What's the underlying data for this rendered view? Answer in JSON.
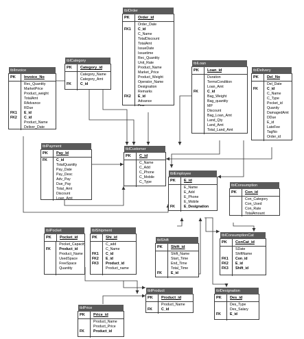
{
  "tables": [
    {
      "id": "tblOrder",
      "title": "tblOrder",
      "pk": "Order_id",
      "columns": [
        {
          "key": "",
          "name": "Order_Date"
        },
        {
          "key": "FK1",
          "name": "C_id"
        },
        {
          "key": "",
          "name": "C_Name"
        },
        {
          "key": "",
          "name": "TotalDiscount"
        },
        {
          "key": "",
          "name": "TotalAmt"
        },
        {
          "key": "",
          "name": "IssueDate"
        },
        {
          "key": "",
          "name": "Issuetime"
        },
        {
          "key": "",
          "name": "Rec_Quantity"
        },
        {
          "key": "",
          "name": "Unit_Rate"
        },
        {
          "key": "",
          "name": "Product_Name"
        },
        {
          "key": "",
          "name": "Market_Price"
        },
        {
          "key": "",
          "name": "Product_Weight"
        },
        {
          "key": "",
          "name": "Operator_Name"
        },
        {
          "key": "",
          "name": "Designation"
        },
        {
          "key": "",
          "name": "Remarks"
        },
        {
          "key": "FK2",
          "name": "E_id"
        },
        {
          "key": "",
          "name": "Advance"
        },
        {
          "key": "",
          "name": "Due"
        }
      ]
    },
    {
      "id": "tblCategory",
      "title": "tblCategory",
      "pk": "Category_id",
      "columns": [
        {
          "key": "",
          "name": "Category_Name"
        },
        {
          "key": "",
          "name": "Category_Amt"
        },
        {
          "key": "FK",
          "name": "C_id"
        }
      ]
    },
    {
      "id": "tblInvoice",
      "title": "tblInvoice",
      "pk": "Invoice_No",
      "columns": [
        {
          "key": "",
          "name": "Rec_Quantity"
        },
        {
          "key": "",
          "name": "MarketPrice"
        },
        {
          "key": "",
          "name": "Product_weight"
        },
        {
          "key": "",
          "name": "TotalAmt"
        },
        {
          "key": "",
          "name": "RAdvance"
        },
        {
          "key": "",
          "name": "RDue"
        },
        {
          "key": "FK1",
          "name": "E_id"
        },
        {
          "key": "FK2",
          "name": "C_id"
        },
        {
          "key": "",
          "name": "Product_Name"
        },
        {
          "key": "",
          "name": "Deliver_Date"
        }
      ]
    },
    {
      "id": "tblLoan",
      "title": "tblLoan",
      "pk": "Loan_id",
      "columns": [
        {
          "key": "",
          "name": "Duration"
        },
        {
          "key": "",
          "name": "TermsCondition"
        },
        {
          "key": "",
          "name": "Loan_Amt"
        },
        {
          "key": "FK",
          "name": "C_id"
        },
        {
          "key": "",
          "name": "Bag_Weight"
        },
        {
          "key": "",
          "name": "Bag_quantity"
        },
        {
          "key": "",
          "name": "MP"
        },
        {
          "key": "",
          "name": "Discount"
        },
        {
          "key": "",
          "name": "Bag_Loan_Amt"
        },
        {
          "key": "",
          "name": "Land_Qty"
        },
        {
          "key": "",
          "name": "Land_Amt"
        },
        {
          "key": "",
          "name": "Total_Land_Amt"
        }
      ]
    },
    {
      "id": "tblDelivery",
      "title": "tblDelivery",
      "pk": "Del_No",
      "columns": [
        {
          "key": "",
          "name": "Del_Date"
        },
        {
          "key": "FK",
          "name": "C_id"
        },
        {
          "key": "",
          "name": "C_Name"
        },
        {
          "key": "",
          "name": "C_Type"
        },
        {
          "key": "",
          "name": "Pocket_id"
        },
        {
          "key": "",
          "name": "Quanity"
        },
        {
          "key": "",
          "name": "DamagedAmt"
        },
        {
          "key": "",
          "name": "DDue"
        },
        {
          "key": "",
          "name": "E_id"
        },
        {
          "key": "",
          "name": "LateFee"
        },
        {
          "key": "",
          "name": "TagNo"
        },
        {
          "key": "",
          "name": "Order_id"
        }
      ]
    },
    {
      "id": "tblPayment",
      "title": "tblPayment",
      "pk": "Pay_Id",
      "columns": [
        {
          "key": "FK",
          "name": "C_id"
        },
        {
          "key": "",
          "name": "TotalQuantity"
        },
        {
          "key": "",
          "name": "Pay_Date"
        },
        {
          "key": "",
          "name": "Pay_Desc"
        },
        {
          "key": "",
          "name": "Adv_Pay"
        },
        {
          "key": "",
          "name": "Due_Pay"
        },
        {
          "key": "",
          "name": "Total_Amt"
        },
        {
          "key": "",
          "name": "Discount"
        },
        {
          "key": "",
          "name": "Loan_Amt"
        }
      ]
    },
    {
      "id": "tblCustomer",
      "title": "tblCustomer",
      "pk": "C_id",
      "columns": [
        {
          "key": "",
          "name": "C_Name"
        },
        {
          "key": "",
          "name": "C_Add"
        },
        {
          "key": "",
          "name": "C_Phone"
        },
        {
          "key": "",
          "name": "C_Mobile"
        },
        {
          "key": "",
          "name": "C_Type"
        }
      ]
    },
    {
      "id": "tblEmployee",
      "title": "tblEmployee",
      "pk": "E_id",
      "columns": [
        {
          "key": "",
          "name": "E_Name"
        },
        {
          "key": "",
          "name": "E_Add"
        },
        {
          "key": "",
          "name": "E_Phone"
        },
        {
          "key": "",
          "name": "E_Mobile"
        },
        {
          "key": "FK",
          "name": "E_Designation"
        }
      ]
    },
    {
      "id": "tblConsumption",
      "title": "tblConsumption",
      "pk": "Con_id",
      "columns": [
        {
          "key": "",
          "name": "Con_Category"
        },
        {
          "key": "",
          "name": "Con_Used"
        },
        {
          "key": "",
          "name": "Con_Rate"
        },
        {
          "key": "",
          "name": "TotalAmount"
        }
      ]
    },
    {
      "id": "tblPocket",
      "title": "tblPocket",
      "pk": "Pocket_id",
      "columns": [
        {
          "key": "",
          "name": "Pocket_Capacity"
        },
        {
          "key": "FK",
          "name": "Product_id"
        },
        {
          "key": "",
          "name": "Product_Name"
        },
        {
          "key": "",
          "name": "UsedSpace"
        },
        {
          "key": "",
          "name": "FreeSpace"
        },
        {
          "key": "",
          "name": "Quantity"
        }
      ]
    },
    {
      "id": "tblShipment",
      "title": "tblShipment",
      "pk": "Shi_id",
      "columns": [
        {
          "key": "",
          "name": "C_add"
        },
        {
          "key": "",
          "name": "C_Name"
        },
        {
          "key": "FK1",
          "name": "C_id"
        },
        {
          "key": "FK2",
          "name": "E_id"
        },
        {
          "key": "FK3",
          "name": "Product_id"
        },
        {
          "key": "",
          "name": "Product_name"
        }
      ]
    },
    {
      "id": "tblShift",
      "title": "tblShift",
      "pk": "Shift_id",
      "columns": [
        {
          "key": "",
          "name": "Shift_Name"
        },
        {
          "key": "",
          "name": "Start_Time"
        },
        {
          "key": "",
          "name": "End_Time"
        },
        {
          "key": "",
          "name": "Total_Time"
        },
        {
          "key": "FK",
          "name": "E_id"
        }
      ]
    },
    {
      "id": "tblConsumptionCat",
      "title": "tblConsumptionCat",
      "pk": "ConCat_id",
      "columns": [
        {
          "key": "",
          "name": "SDate"
        },
        {
          "key": "",
          "name": "ShiftName"
        },
        {
          "key": "FK1",
          "name": "Con_id"
        },
        {
          "key": "FK2",
          "name": "E_id"
        },
        {
          "key": "FK3",
          "name": "Shift_id"
        }
      ]
    },
    {
      "id": "tblProduct",
      "title": "tblProduct",
      "pk": "Product_id",
      "columns": [
        {
          "key": "",
          "name": "Product_Name"
        },
        {
          "key": "FK",
          "name": "C_id"
        }
      ]
    },
    {
      "id": "tblDesignation",
      "title": "tblDesignation",
      "pk": "Des_id",
      "columns": [
        {
          "key": "",
          "name": "Des_Type"
        },
        {
          "key": "",
          "name": "Des_Salary"
        },
        {
          "key": "FK",
          "name": "E_id"
        }
      ]
    },
    {
      "id": "tblPrice",
      "title": "tblPrice",
      "pk": "Price_id",
      "columns": [
        {
          "key": "",
          "name": "Product_Name"
        },
        {
          "key": "",
          "name": "Product_Price"
        },
        {
          "key": "FK",
          "name": "Product_id"
        }
      ]
    }
  ],
  "pk_label": "PK",
  "colors": {
    "title_bar": "#5a5a5a",
    "border": "#3a3a3a",
    "line": "#333333",
    "background": "#ffffff"
  }
}
